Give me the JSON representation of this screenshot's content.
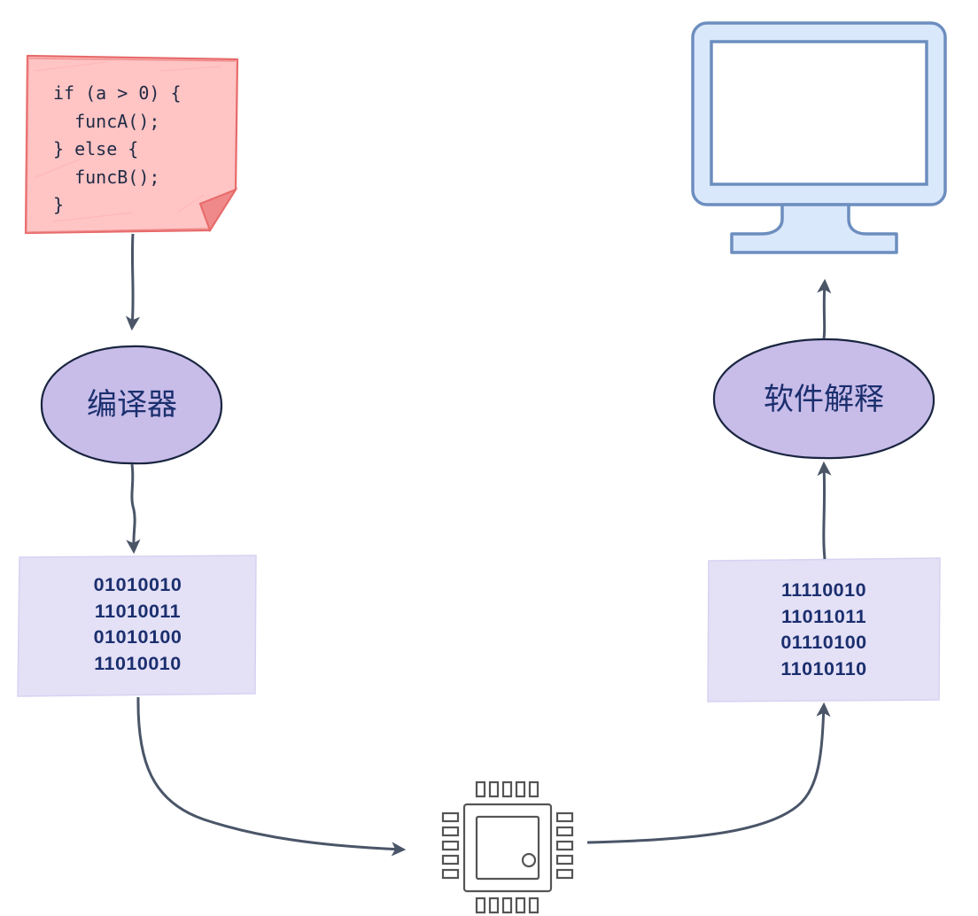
{
  "source_code": {
    "lines": [
      "if (a > 0) {",
      "  funcA();",
      "} else {",
      "  funcB();",
      "}"
    ]
  },
  "compiler": {
    "label": "编译器"
  },
  "machine_code_left": {
    "lines": [
      "01010010",
      "11010011",
      "01010100",
      "11010010"
    ]
  },
  "machine_code_right": {
    "lines": [
      "11110010",
      "11011011",
      "01110100",
      "11010110"
    ]
  },
  "interpreter": {
    "label": "软件解释"
  },
  "icons": {
    "chip": "cpu-chip-icon",
    "monitor": "monitor-icon"
  },
  "colors": {
    "note_fill": "#ffc4c4",
    "note_stroke": "#e86a6a",
    "ellipse_fill": "#c8bce9",
    "ellipse_stroke": "#1a2540",
    "box_fill": "#e4e0f6",
    "arrow": "#4a5568",
    "monitor_fill": "#dae8fc",
    "monitor_stroke": "#6c8ebf",
    "text": "#1b2f6e"
  }
}
